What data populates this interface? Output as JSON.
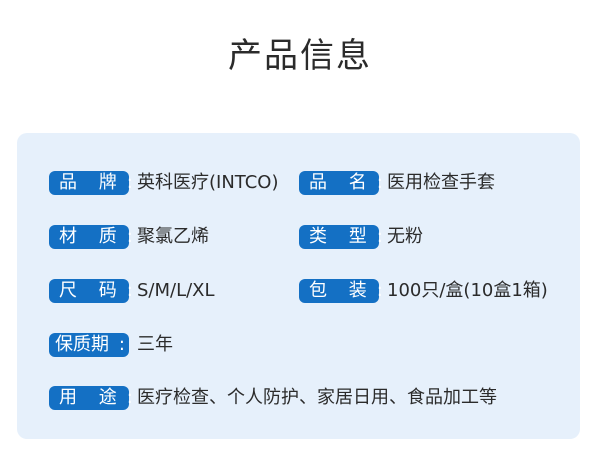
{
  "title": "产品信息",
  "colors": {
    "card_background": "#e6f0fb",
    "label_background": "#1470c4",
    "label_text": "#ffffff",
    "value_text": "#2b2b2b"
  },
  "fields": {
    "brand": {
      "label": "品 牌",
      "colon": ":",
      "value": "英科医疗(INTCO)"
    },
    "name": {
      "label": "品 名",
      "colon": ":",
      "value": "医用检查手套"
    },
    "material": {
      "label": "材 质",
      "colon": ":",
      "value": "聚氯乙烯"
    },
    "type": {
      "label": "类 型",
      "colon": ":",
      "value": "无粉"
    },
    "size": {
      "label": "尺 码",
      "colon": ":",
      "value": "S/M/L/XL"
    },
    "packaging": {
      "label": "包 装",
      "colon": ":",
      "value": "100只/盒(10盒1箱)"
    },
    "shelf_life": {
      "label": "保质期",
      "colon": ":",
      "value": "三年"
    },
    "usage": {
      "label": "用 途",
      "colon": ":",
      "value": "医疗检查、个人防护、家居日用、食品加工等"
    }
  }
}
